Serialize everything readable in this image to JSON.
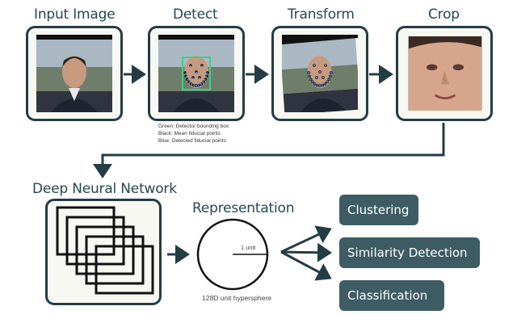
{
  "stages": {
    "input": "Input Image",
    "detect": "Detect",
    "transform": "Transform",
    "crop": "Crop"
  },
  "legend": {
    "green": "Green: Detector bounding box",
    "black": "Black: Mean fiducial points",
    "blue": "Blue: Detected fiducial points"
  },
  "network": {
    "title": "Deep Neural Network"
  },
  "representation": {
    "title": "Representation",
    "unit_label": "1 unit",
    "caption": "128D unit hypersphere"
  },
  "tasks": [
    "Clustering",
    "Similarity Detection",
    "Classification"
  ],
  "colors": {
    "panel_border": "#243c44",
    "task_fill": "#3d5c64",
    "title_text": "#27474f",
    "detector_box": "#3fd08a",
    "mean_points": "#111111",
    "detected_points": "#3a8fe0"
  }
}
